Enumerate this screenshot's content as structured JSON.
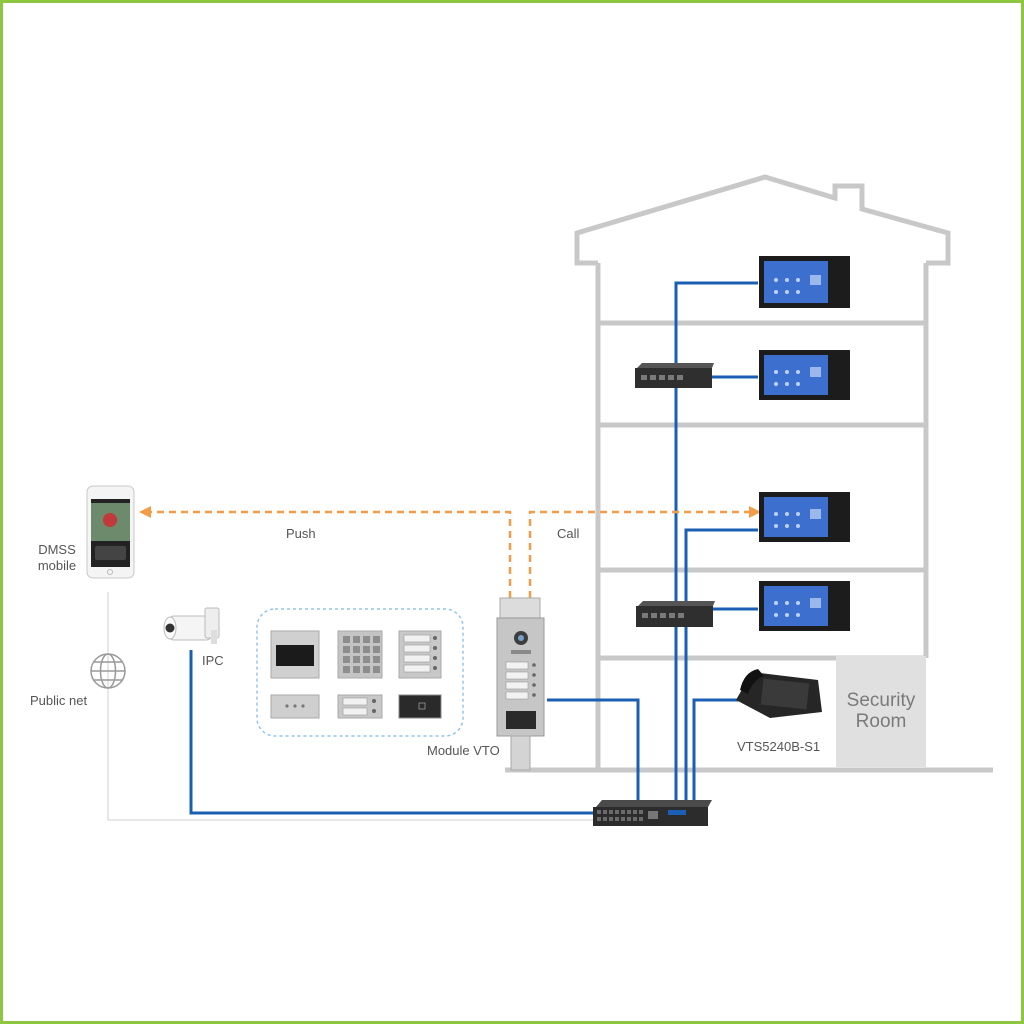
{
  "colors": {
    "frame_border": "#8dc63f",
    "building_outline": "#c8c8c8",
    "network_line": "#1a5fb4",
    "public_net_line": "#cfcfcf",
    "signal_arrow": "#f39c4a",
    "security_room_fill": "#e0e0e0",
    "monitor_screen": "#3d6fcf"
  },
  "labels": {
    "dmss_line1": "DMSS",
    "dmss_line2": "mobile",
    "public_net": "Public net",
    "ipc": "IPC",
    "push": "Push",
    "call": "Call",
    "module_vto": "Module VTO",
    "security_room_line1": "Security",
    "security_room_line2": "Room",
    "vts_model": "VTS5240B-S1"
  },
  "icons": {
    "phone": "smartphone-icon",
    "globe": "globe-icon",
    "camera": "bullet-camera-icon",
    "switch": "network-switch-icon",
    "monitor": "indoor-monitor-icon",
    "console": "desk-station-icon",
    "vto": "door-station-icon"
  }
}
